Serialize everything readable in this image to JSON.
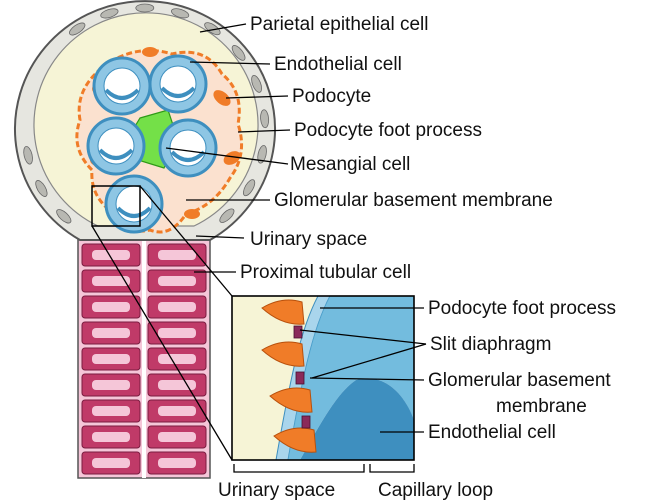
{
  "labels": {
    "parietal": "Parietal epithelial cell",
    "endothelial_top": "Endothelial cell",
    "podocyte": "Podocyte",
    "foot_process_top": "Podocyte foot process",
    "mesangial": "Mesangial cell",
    "gbm_top": "Glomerular basement membrane",
    "urinary_space": "Urinary space",
    "proximal": "Proximal tubular cell",
    "foot_process_inset": "Podocyte foot process",
    "slit": "Slit diaphragm",
    "gbm_inset_1": "Glomerular basement",
    "gbm_inset_2": "membrane",
    "endothelial_inset": "Endothelial cell",
    "bottom_urinary": "Urinary space",
    "bottom_capillary": "Capillary loop"
  },
  "colors": {
    "capsule_fill": "#e6e6e0",
    "urinary_fill": "#f6f4d6",
    "podocyte": "#f07c28",
    "capillary": "#8ec6e4",
    "capillary_dark": "#3e8fbf",
    "mesangial": "#74e048",
    "tubule": "#c03a68",
    "tubule_light": "#f5c6d8",
    "slit": "#8a2a5a"
  }
}
